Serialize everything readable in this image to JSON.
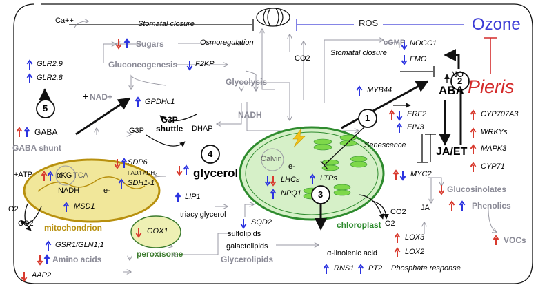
{
  "colors": {
    "up": "#d83a2e",
    "down": "#2b33e0",
    "ozone": "#3c3cd6",
    "pieris": "#d42b2b",
    "grey": "#8a8a96",
    "mito_fill": "#f1e79a",
    "mito_border": "#b8900e",
    "chloro_fill": "#d6f0c8",
    "chloro_border": "#2e8b2e",
    "perox_fill": "#eef0b4"
  },
  "stressors": {
    "ozone": "Ozone",
    "pieris": "Pieris",
    "ros": "ROS"
  },
  "stomata": {
    "closure_top": "Stomatal closure",
    "closure_right": "Stomatal closure",
    "co2": "CO2"
  },
  "signaling": {
    "cgmp": "cGMP",
    "nogc1": "NOGC1",
    "fmo": "FMO",
    "no": "NO",
    "aba": "ABA",
    "ja_et": "JA/ET",
    "myb44": "MYB44",
    "erf2": "ERF2",
    "ein3": "EIN3",
    "senescence": "Senescence",
    "myc2": "MYC2",
    "ja": "JA"
  },
  "right_genes": {
    "cyp707a3": "CYP707A3",
    "wrkys": "WRKYs",
    "mapk3": "MAPK3",
    "cyp71": "CYP71"
  },
  "secondary": {
    "glucosinolates": "Glucosinolates",
    "phenolics": "Phenolics",
    "vocs": "VOCs"
  },
  "sugars": {
    "ca": "Ca++",
    "sugars": "Sugars",
    "osmoregulation": "Osmoregulation",
    "gluconeogenesis": "Gluconeogenesis",
    "f2kp": "F2KP",
    "glycolysis": "Glycolysis",
    "nad": "NAD+",
    "nadh": "NADH",
    "gpdhc1": "GPDHc1",
    "g3p": "G3P",
    "dhap": "DHAP",
    "g3p_shuttle": "G3P\nshuttle",
    "glycerol": "glycerol",
    "lip1": "LIP1",
    "triacylglycerol": "triacylglycerol"
  },
  "gaba": {
    "glr29": "GLR2.9",
    "glr28": "GLR2.8",
    "gaba": "GABA",
    "shunt": "GABA shunt",
    "atp": "+ATP",
    "plus": "+"
  },
  "mito": {
    "akg": "αKG",
    "tca": "TCA",
    "nadh": "NADH",
    "e": "e-",
    "sdp6": "SDP6",
    "fad": "FAD/FADH₂",
    "sdh": "SDH1-1",
    "msd1": "MSD1",
    "label": "mitochondrion",
    "o2": "O2",
    "co2": "CO2"
  },
  "amino": {
    "gsr": "GSR1/GLN1;1",
    "amino_acids": "Amino acids",
    "aap2": "AAP2"
  },
  "perox": {
    "gox1": "GOX1",
    "label": "peroxisome"
  },
  "chloro": {
    "calvin": "Calvin",
    "e": "e-",
    "lhcs": "LHCs",
    "npq1": "NPQ1",
    "ltps": "LTPs",
    "label": "chloroplast",
    "co2": "CO2",
    "o2": "O2"
  },
  "lipids": {
    "sqd2": "SQD2",
    "sulfolipids": "sulfolipids",
    "galactolipids": "galactolipids",
    "glycerolipids": "Glycerolipids",
    "linolenic": "α-linolenic acid",
    "lox3": "LOX3",
    "lox2": "LOX2",
    "rns1": "RNS1",
    "pt2": "PT2",
    "phosphate": "Phosphate response"
  },
  "steps": [
    "1",
    "2",
    "3",
    "4",
    "5"
  ]
}
